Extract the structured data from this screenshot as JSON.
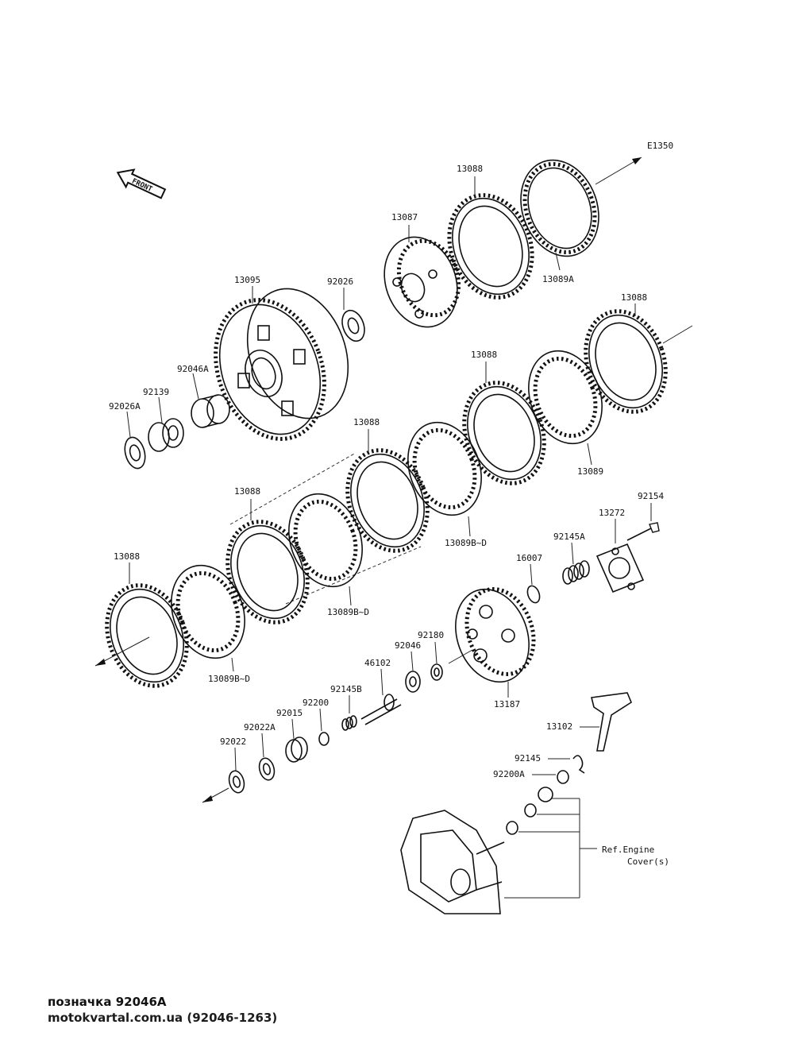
{
  "diagram_code": "E1350",
  "front_label": "FRONT",
  "labels": {
    "p13088_a": "13088",
    "p13089A": "13089A",
    "p13087": "13087",
    "p92026": "92026",
    "p13095": "13095",
    "p92046A": "92046A",
    "p92139": "92139",
    "p92026A": "92026A",
    "p13088_b": "13088",
    "p13088_c": "13088",
    "p13089": "13089",
    "p13088_d": "13088",
    "p13089BD_a": "13089B~D",
    "p13088_e": "13088",
    "p13089BD_b": "13089B~D",
    "p13088_f": "13088",
    "p13089BD_c": "13089B~D",
    "p92154": "92154",
    "p13272": "13272",
    "p92145A": "92145A",
    "p16007": "16007",
    "p92180": "92180",
    "p92046": "92046",
    "p46102": "46102",
    "p92145B": "92145B",
    "p92200": "92200",
    "p92015": "92015",
    "p92022A": "92022A",
    "p92022": "92022",
    "p13187": "13187",
    "p13102": "13102",
    "p92145": "92145",
    "p92200A": "92200A",
    "ref_line1": "Ref.Engine",
    "ref_line2": "Cover(s)"
  },
  "caption": {
    "main": "позначка 92046A",
    "site": "motokvartal.com.ua (92046-1263)"
  }
}
